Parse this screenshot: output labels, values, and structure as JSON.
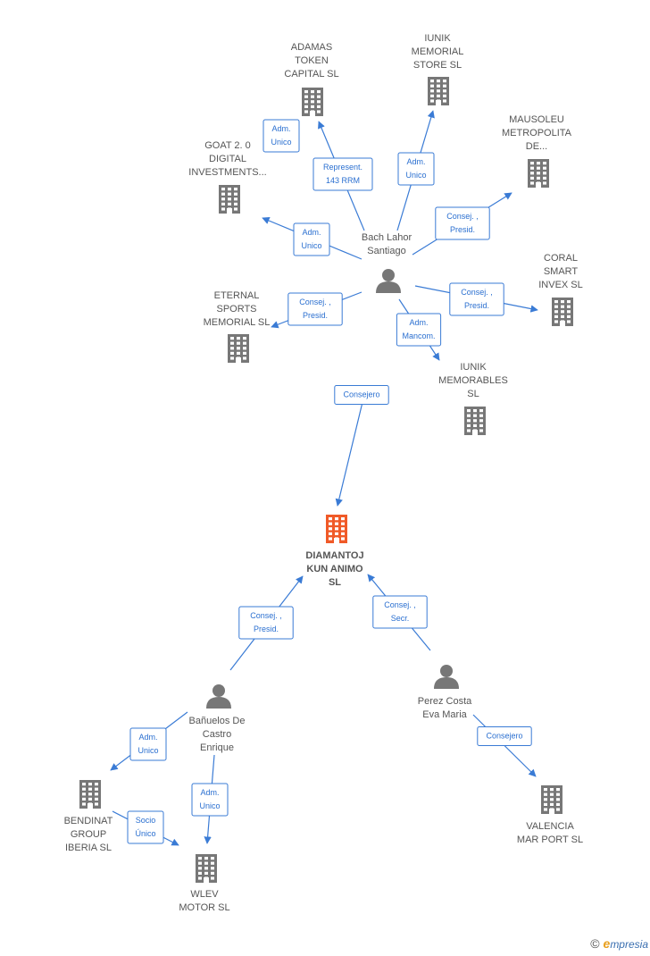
{
  "colors": {
    "edge": "#3a7bd5",
    "company": "#777777",
    "main_company": "#f05a28",
    "person": "#777777",
    "text": "#555555"
  },
  "nodes": [
    {
      "id": "main",
      "kind": "company",
      "main": true,
      "lines": [
        "DIAMANTOJ",
        "KUN ANIMO",
        "SL"
      ]
    },
    {
      "id": "bach",
      "kind": "person",
      "lines": [
        "Bach Lahor",
        "Santiago"
      ]
    },
    {
      "id": "adamas",
      "kind": "company",
      "lines": [
        "ADAMAS",
        "TOKEN",
        "CAPITAL  SL"
      ]
    },
    {
      "id": "iunik_store",
      "kind": "company",
      "lines": [
        "IUNIK",
        "MEMORIAL",
        "STORE SL"
      ]
    },
    {
      "id": "mausoleu",
      "kind": "company",
      "lines": [
        "MAUSOLEU",
        "METROPOLITA",
        "DE..."
      ]
    },
    {
      "id": "goat",
      "kind": "company",
      "lines": [
        "GOAT 2. 0",
        "DIGITAL",
        "INVESTMENTS..."
      ]
    },
    {
      "id": "coral",
      "kind": "company",
      "lines": [
        "CORAL",
        "SMART",
        "INVEX  SL"
      ]
    },
    {
      "id": "eternal",
      "kind": "company",
      "lines": [
        "ETERNAL",
        "SPORTS",
        "MEMORIAL  SL"
      ]
    },
    {
      "id": "iunik_memorables",
      "kind": "company",
      "lines": [
        "IUNIK",
        "MEMORABLES",
        "SL"
      ]
    },
    {
      "id": "banuelos",
      "kind": "person",
      "lines": [
        "Bañuelos De",
        "Castro",
        "Enrique"
      ]
    },
    {
      "id": "perez",
      "kind": "person",
      "lines": [
        "Perez Costa",
        "Eva Maria"
      ]
    },
    {
      "id": "bendinat",
      "kind": "company",
      "lines": [
        "BENDINAT",
        "GROUP",
        "IBERIA  SL"
      ]
    },
    {
      "id": "wlev",
      "kind": "company",
      "lines": [
        "WLEV",
        "MOTOR  SL"
      ]
    },
    {
      "id": "valencia",
      "kind": "company",
      "lines": [
        "VALENCIA",
        "MAR PORT  SL"
      ]
    }
  ],
  "edges": [
    {
      "from": "bach",
      "to": "adamas",
      "label": [
        "Represent.",
        "143 RRM"
      ]
    },
    {
      "from": "bach",
      "to": "adamas",
      "label": [
        "Adm.",
        "Unico"
      ]
    },
    {
      "from": "bach",
      "to": "iunik_store",
      "label": [
        "Adm.",
        "Unico"
      ]
    },
    {
      "from": "bach",
      "to": "mausoleu",
      "label": [
        "Consej. ,",
        "Presid."
      ]
    },
    {
      "from": "bach",
      "to": "goat",
      "label": [
        "Adm.",
        "Unico"
      ]
    },
    {
      "from": "bach",
      "to": "coral",
      "label": [
        "Consej. ,",
        "Presid."
      ]
    },
    {
      "from": "bach",
      "to": "eternal",
      "label": [
        "Consej. ,",
        "Presid."
      ]
    },
    {
      "from": "bach",
      "to": "iunik_memorables",
      "label": [
        "Adm.",
        "Mancom."
      ]
    },
    {
      "from": "bach",
      "to": "main",
      "label": [
        "Consejero"
      ]
    },
    {
      "from": "banuelos",
      "to": "main",
      "label": [
        "Consej. ,",
        "Presid."
      ]
    },
    {
      "from": "perez",
      "to": "main",
      "label": [
        "Consej. ,",
        "Secr."
      ]
    },
    {
      "from": "banuelos",
      "to": "bendinat",
      "label": [
        "Adm.",
        "Unico"
      ]
    },
    {
      "from": "banuelos",
      "to": "wlev",
      "label": [
        "Adm.",
        "Unico"
      ]
    },
    {
      "from": "bendinat",
      "to": "wlev",
      "label": [
        "Socio",
        "Único"
      ]
    },
    {
      "from": "perez",
      "to": "valencia",
      "label": [
        "Consejero"
      ]
    }
  ],
  "watermark": {
    "copyright": "©",
    "brand_initial": "e",
    "brand_rest": "mpresia"
  }
}
